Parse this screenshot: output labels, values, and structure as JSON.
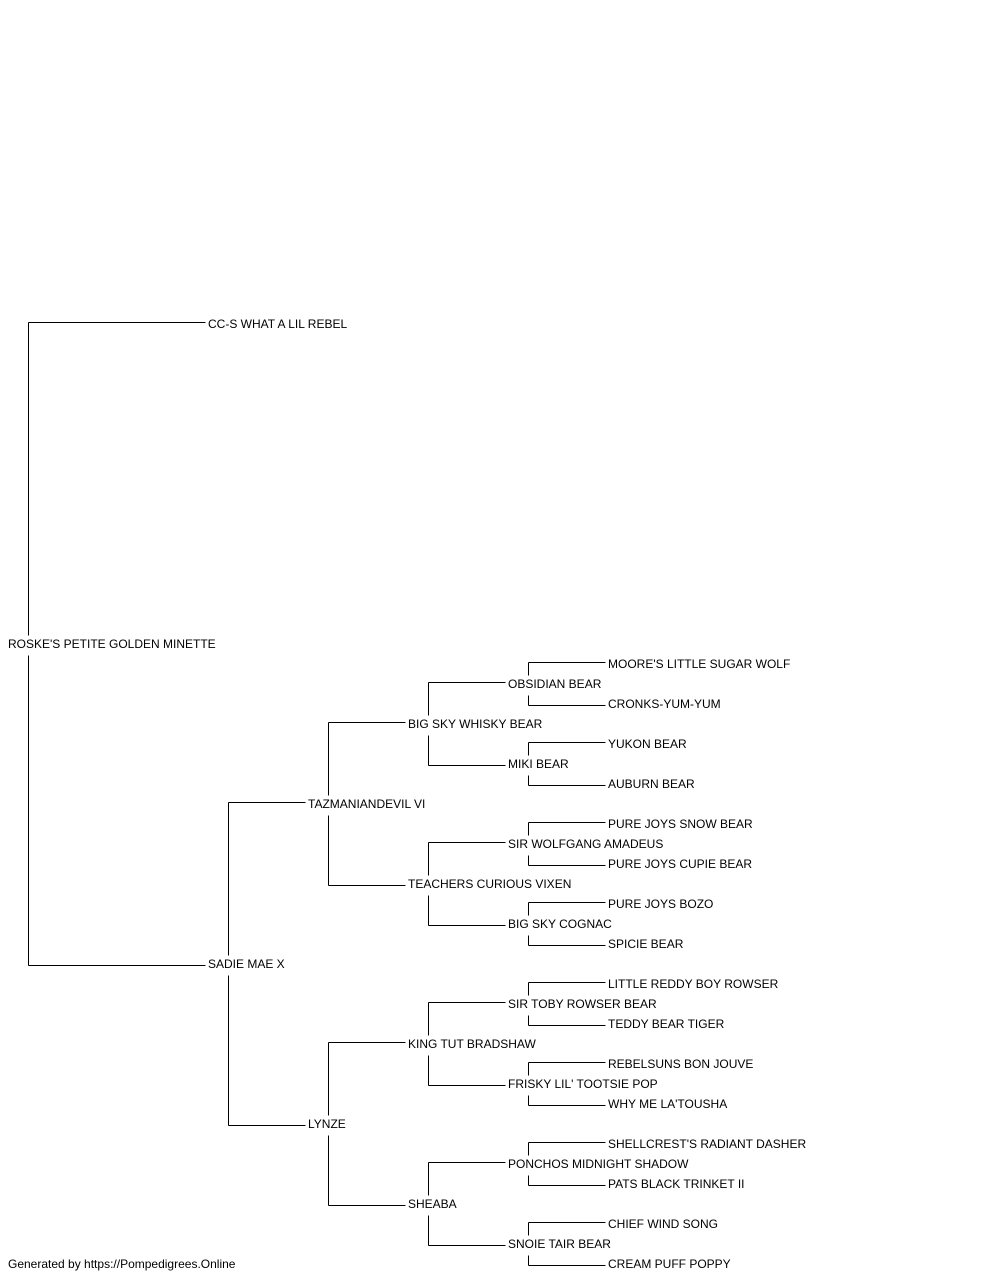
{
  "pedigree": {
    "subject": "ROSKE'S PETITE GOLDEN MINETTE",
    "sire": "CC-S WHAT A LIL REBEL",
    "dam": "SADIE MAE X",
    "dam_sire": "TAZMANIANDEVIL VI",
    "dam_dam": "LYNZE",
    "dam_sire_sire": "BIG SKY WHISKY BEAR",
    "dam_sire_dam": "TEACHERS CURIOUS VIXEN",
    "dam_dam_sire": "KING TUT BRADSHAW",
    "dam_dam_dam": "SHEABA",
    "dsss": "OBSIDIAN BEAR",
    "dssd": "MIKI BEAR",
    "dsds": "SIR WOLFGANG AMADEUS",
    "dsdd": "BIG SKY COGNAC",
    "ddss": "SIR TOBY ROWSER BEAR",
    "ddsd": "FRISKY LIL' TOOTSIE POP",
    "ddds": "PONCHOS MIDNIGHT SHADOW",
    "dddd": "SNOIE TAIR BEAR",
    "dssss": "MOORE'S LITTLE SUGAR WOLF",
    "dsssd": "CRONKS-YUM-YUM",
    "dssds": "YUKON BEAR",
    "dssdd": "AUBURN BEAR",
    "dsdss": "PURE JOYS SNOW BEAR",
    "dsdsd": "PURE JOYS CUPIE BEAR",
    "dsdds": "PURE JOYS BOZO",
    "dsddd": "SPICIE BEAR",
    "ddsss": "LITTLE REDDY BOY ROWSER",
    "ddssd": "TEDDY BEAR TIGER",
    "ddsds": "REBELSUNS BON JOUVE",
    "ddsdd": "WHY ME LA'TOUSHA",
    "dddss": "SHELLCREST'S RADIANT DASHER",
    "dddsd": "PATS BLACK TRINKET II",
    "dddds": "CHIEF WIND SONG",
    "ddddd": "CREAM PUFF POPPY"
  },
  "footer": "Generated by https://Pompedigrees.Online",
  "colors": {
    "line": "#000000",
    "text": "#000000",
    "background": "#ffffff"
  }
}
